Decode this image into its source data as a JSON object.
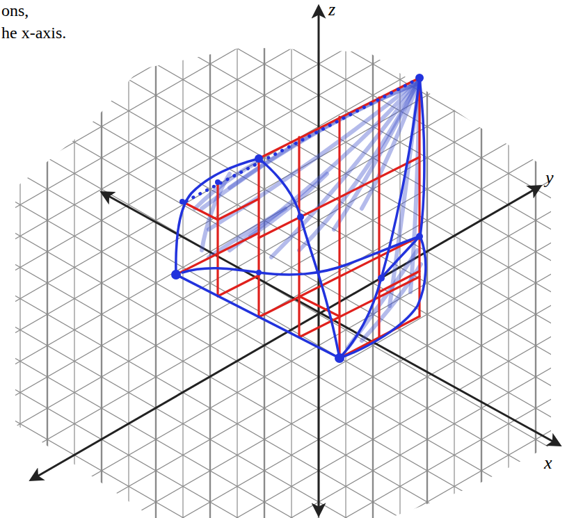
{
  "diagram": {
    "labels": [
      "ons,",
      "he x-axis.",
      "z",
      "y",
      "x"
    ]
  }
}
